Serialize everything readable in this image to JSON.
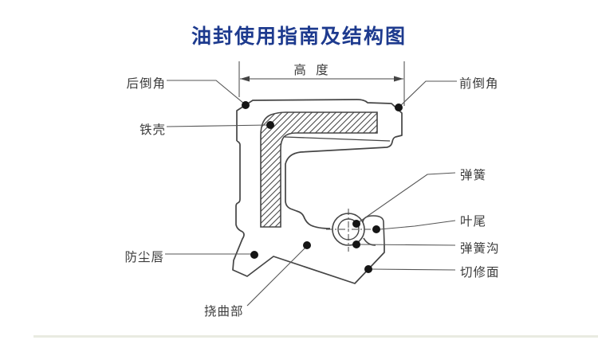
{
  "title": "油封使用指南及结构图",
  "colors": {
    "title-color": "#1d3a8e",
    "line-color": "#454545",
    "dot-color": "#151515",
    "label-color": "#3d3d3d",
    "divider-color": "#e9ebe1"
  },
  "dimension": {
    "height_label": "高 度"
  },
  "labels": {
    "rear_chamfer": "后倒角",
    "iron_shell": "铁壳",
    "dust_lip": "防尘唇",
    "flex_section": "挠曲部",
    "front_chamfer": "前倒角",
    "spring": "弹簧",
    "blade_tail": "叶尾",
    "spring_groove": "弹簧沟",
    "trim_surface": "切修面"
  }
}
